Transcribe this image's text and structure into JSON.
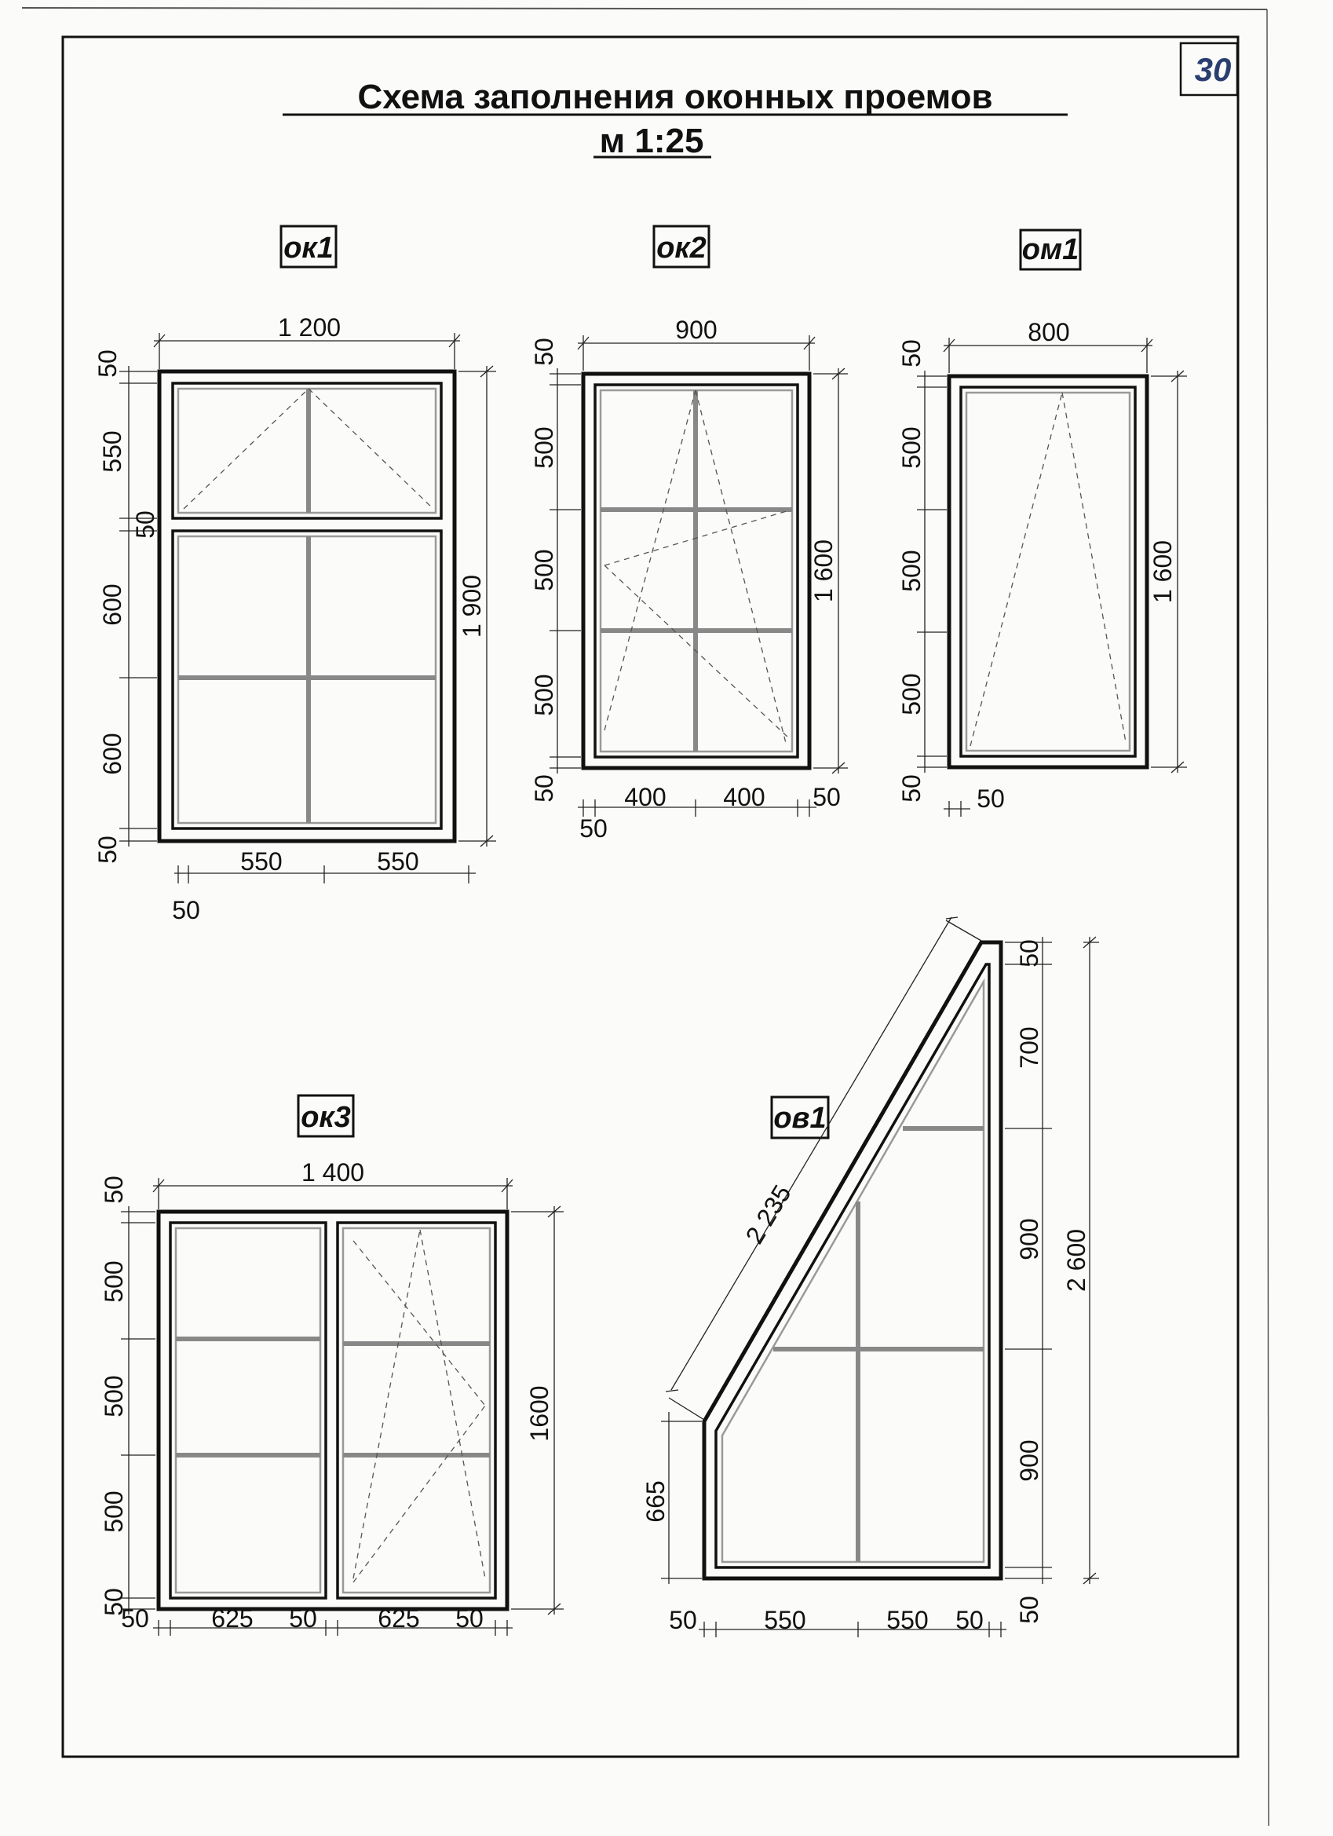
{
  "sheet": {
    "title": "Схема заполнения оконных  проемов",
    "scale": "м 1:25",
    "page_number": "30"
  },
  "windows": {
    "ok1": {
      "label": "ок1",
      "width": "1 200",
      "height": "1 900",
      "left": [
        "50",
        "550",
        "50",
        "600",
        "600",
        "50"
      ],
      "bottom": [
        "550",
        "550"
      ],
      "bottom_small": "50"
    },
    "ok2": {
      "label": "ок2",
      "width": "900",
      "height": "1 600",
      "left": [
        "50",
        "500",
        "500",
        "500",
        "50"
      ],
      "bottom": [
        "400",
        "400",
        "50"
      ],
      "bottom_small": "50"
    },
    "om1": {
      "label": "ом1",
      "width": "800",
      "height": "1 600",
      "left": [
        "50",
        "500",
        "500",
        "500",
        "50"
      ],
      "bottom_small": "50"
    },
    "ok3": {
      "label": "ок3",
      "width": "1 400",
      "height": "1600",
      "left": [
        "50",
        "500",
        "500",
        "500",
        "50"
      ],
      "bottom": [
        "50",
        "625",
        "50",
        "625",
        "50"
      ]
    },
    "ov1": {
      "label": "ов1",
      "diagonal": "2 235",
      "height": "2 600",
      "left_height": "665",
      "right": [
        "50",
        "700",
        "900",
        "900",
        "50"
      ],
      "bottom": [
        "50",
        "550",
        "550",
        "50"
      ]
    }
  }
}
